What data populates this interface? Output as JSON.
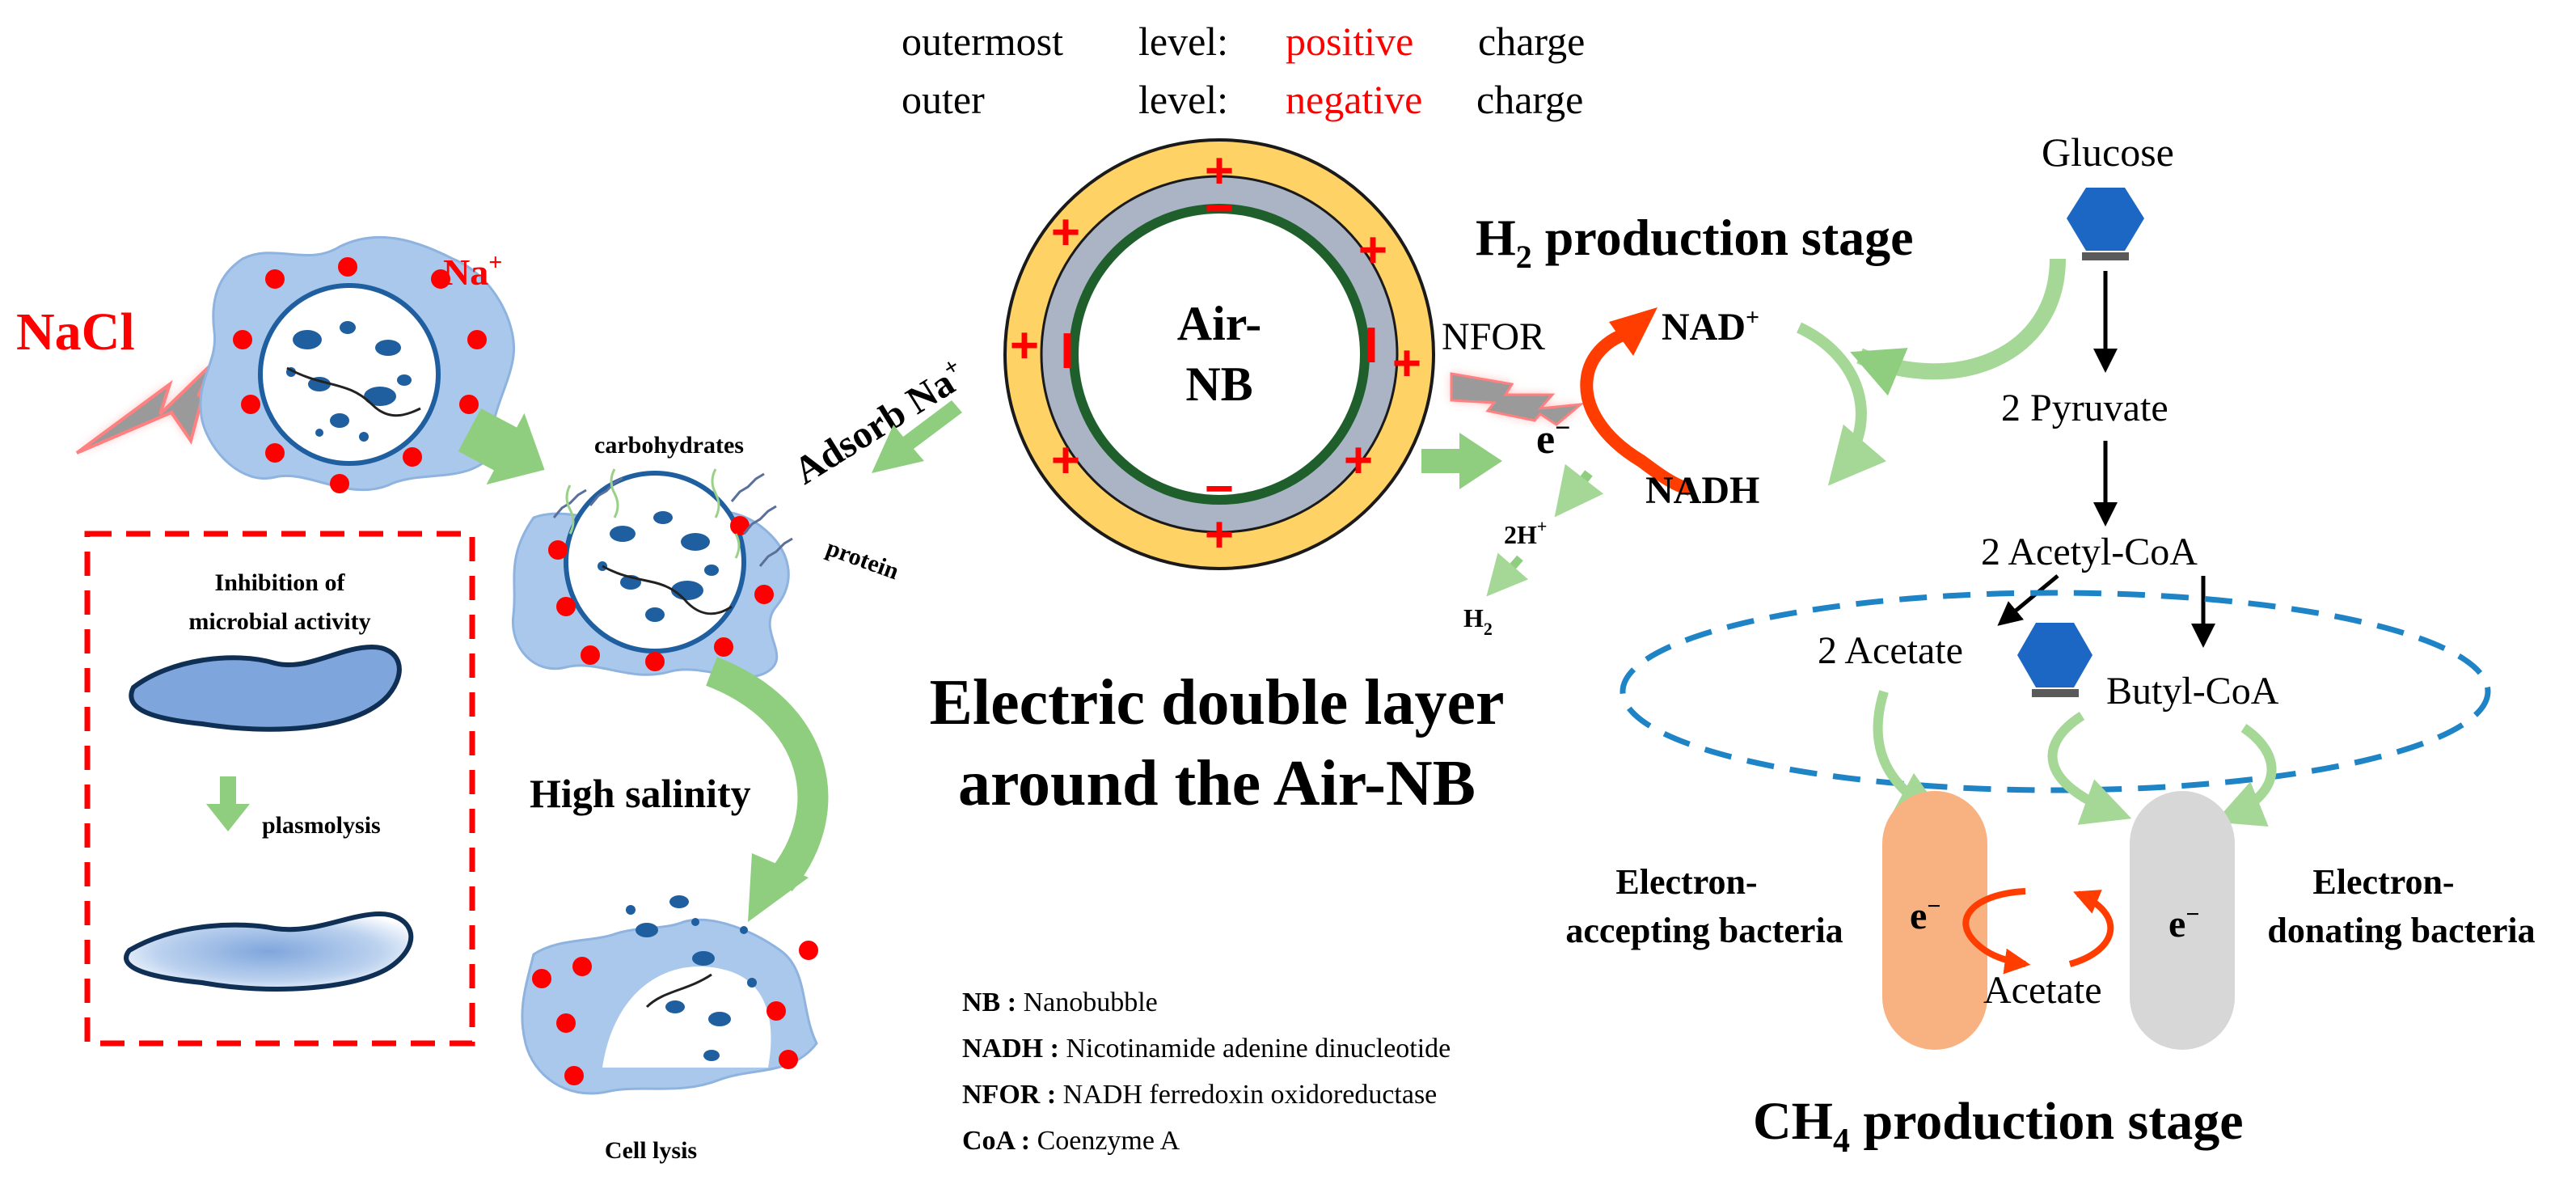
{
  "colors": {
    "cell": "#a9c8ec",
    "cell_edge": "#8fb3df",
    "nucleus_fill": "#ffffff",
    "nucleus_edge": "#1f5fa0",
    "organelle": "#1f5fa0",
    "sodium_dot": "#ff0000",
    "red_text": "#ff0000",
    "green_arrow": "#8fce7e",
    "orange_arrow": "#ff3d00",
    "bubble_outer": "#ffd265",
    "bubble_mid": "#aab4c5",
    "bubble_ring": "#1e5f2c",
    "dashed_red": "#ff0000",
    "dashed_blue": "#1f84c6",
    "hexagon": "#1d67c4",
    "accepting_bacteria": "#f8b281",
    "donating_bacteria": "#d7d7d7",
    "dark_navy": "#0f2f55"
  },
  "icons": {
    "lightning": "lightning-bolt-icon",
    "glucose": "hexagon-molecule-icon",
    "coa": "hexagon-molecule-icon"
  },
  "charge_legend": {
    "row1": {
      "word": "outermost",
      "level": "level:",
      "sign": "positive",
      "charge": "charge"
    },
    "row2": {
      "word": "outer",
      "level": "level:",
      "sign": "negative",
      "charge": "charge"
    }
  },
  "left_panel": {
    "nacl": "NaCl",
    "na_plus": {
      "base": "Na",
      "sup": "+"
    },
    "carbohydrates": "carbohydrates",
    "protein": "protein",
    "adsorb": {
      "base": "Adsorb Na",
      "sup": "+"
    },
    "high_salinity": "High salinity",
    "cell_lysis": "Cell lysis",
    "inhibition_line1": "Inhibition of",
    "inhibition_line2": "microbial activity",
    "plasmolysis": "plasmolysis"
  },
  "bubble": {
    "label_line1": "Air-",
    "label_line2": "NB",
    "plus": "+",
    "minus": "−",
    "bar": "I"
  },
  "center": {
    "title_line1": "Electric double layer",
    "title_line2": "around the Air-NB"
  },
  "h2_stage": {
    "title": {
      "a": "H",
      "sub": "2",
      "b": " production stage"
    },
    "nfor": "NFOR",
    "nad_plus": {
      "base": "NAD",
      "sup": "+"
    },
    "nadh": "NADH",
    "electron": {
      "base": "e",
      "sup": "−"
    },
    "two_h_plus": {
      "base": "2H",
      "sup": "+"
    },
    "h2": {
      "base": "H",
      "sub": "2"
    }
  },
  "metabolism": {
    "glucose": "Glucose",
    "pyruvate": "2 Pyruvate",
    "acetyl_coa": "2 Acetyl-CoA",
    "acetate2": "2 Acetate",
    "butyl_coa": "Butyl-CoA"
  },
  "ch4_stage": {
    "accepting_line1": "Electron-",
    "accepting_line2": "accepting bacteria",
    "donating_line1": "Electron-",
    "donating_line2": "donating bacteria",
    "electron_left": {
      "base": "e",
      "sup": "−"
    },
    "electron_right": {
      "base": "e",
      "sup": "−"
    },
    "acetate": "Acetate",
    "title": {
      "a": "CH",
      "sub": "4",
      "b": " production stage"
    }
  },
  "glossary": [
    {
      "term": "NB :",
      "definition": " Nanobubble"
    },
    {
      "term": "NADH :",
      "definition": " Nicotinamide adenine dinucleotide"
    },
    {
      "term": "NFOR :",
      "definition": " NADH ferredoxin oxidoreductase"
    },
    {
      "term": "CoA :",
      "definition": " Coenzyme A"
    }
  ]
}
